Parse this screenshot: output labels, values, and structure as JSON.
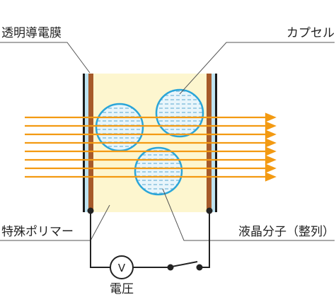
{
  "labels": {
    "electrode": "透明導電膜",
    "capsule": "カプセル",
    "polymer": "特殊ポリマー",
    "liquid_crystal": "液晶分子（整列）",
    "voltage": "電圧",
    "voltmeter_symbol": "V"
  },
  "colors": {
    "polymer_fill": "#fdf6cf",
    "electrode_brown": "#a65a2a",
    "electrode_dark": "#1a1a1a",
    "electrode_light": "#bfe3f0",
    "capsule_stroke": "#2aa5d8",
    "capsule_fill": "#e8f5fb",
    "molecule": "#6fb4d6",
    "light_arrow": "#f39a12",
    "leader_line": "#555555",
    "circuit": "#222222"
  },
  "icons": {
    "arrows": "light-ray-arrow",
    "meter": "voltmeter-icon",
    "switch": "switch-icon"
  }
}
